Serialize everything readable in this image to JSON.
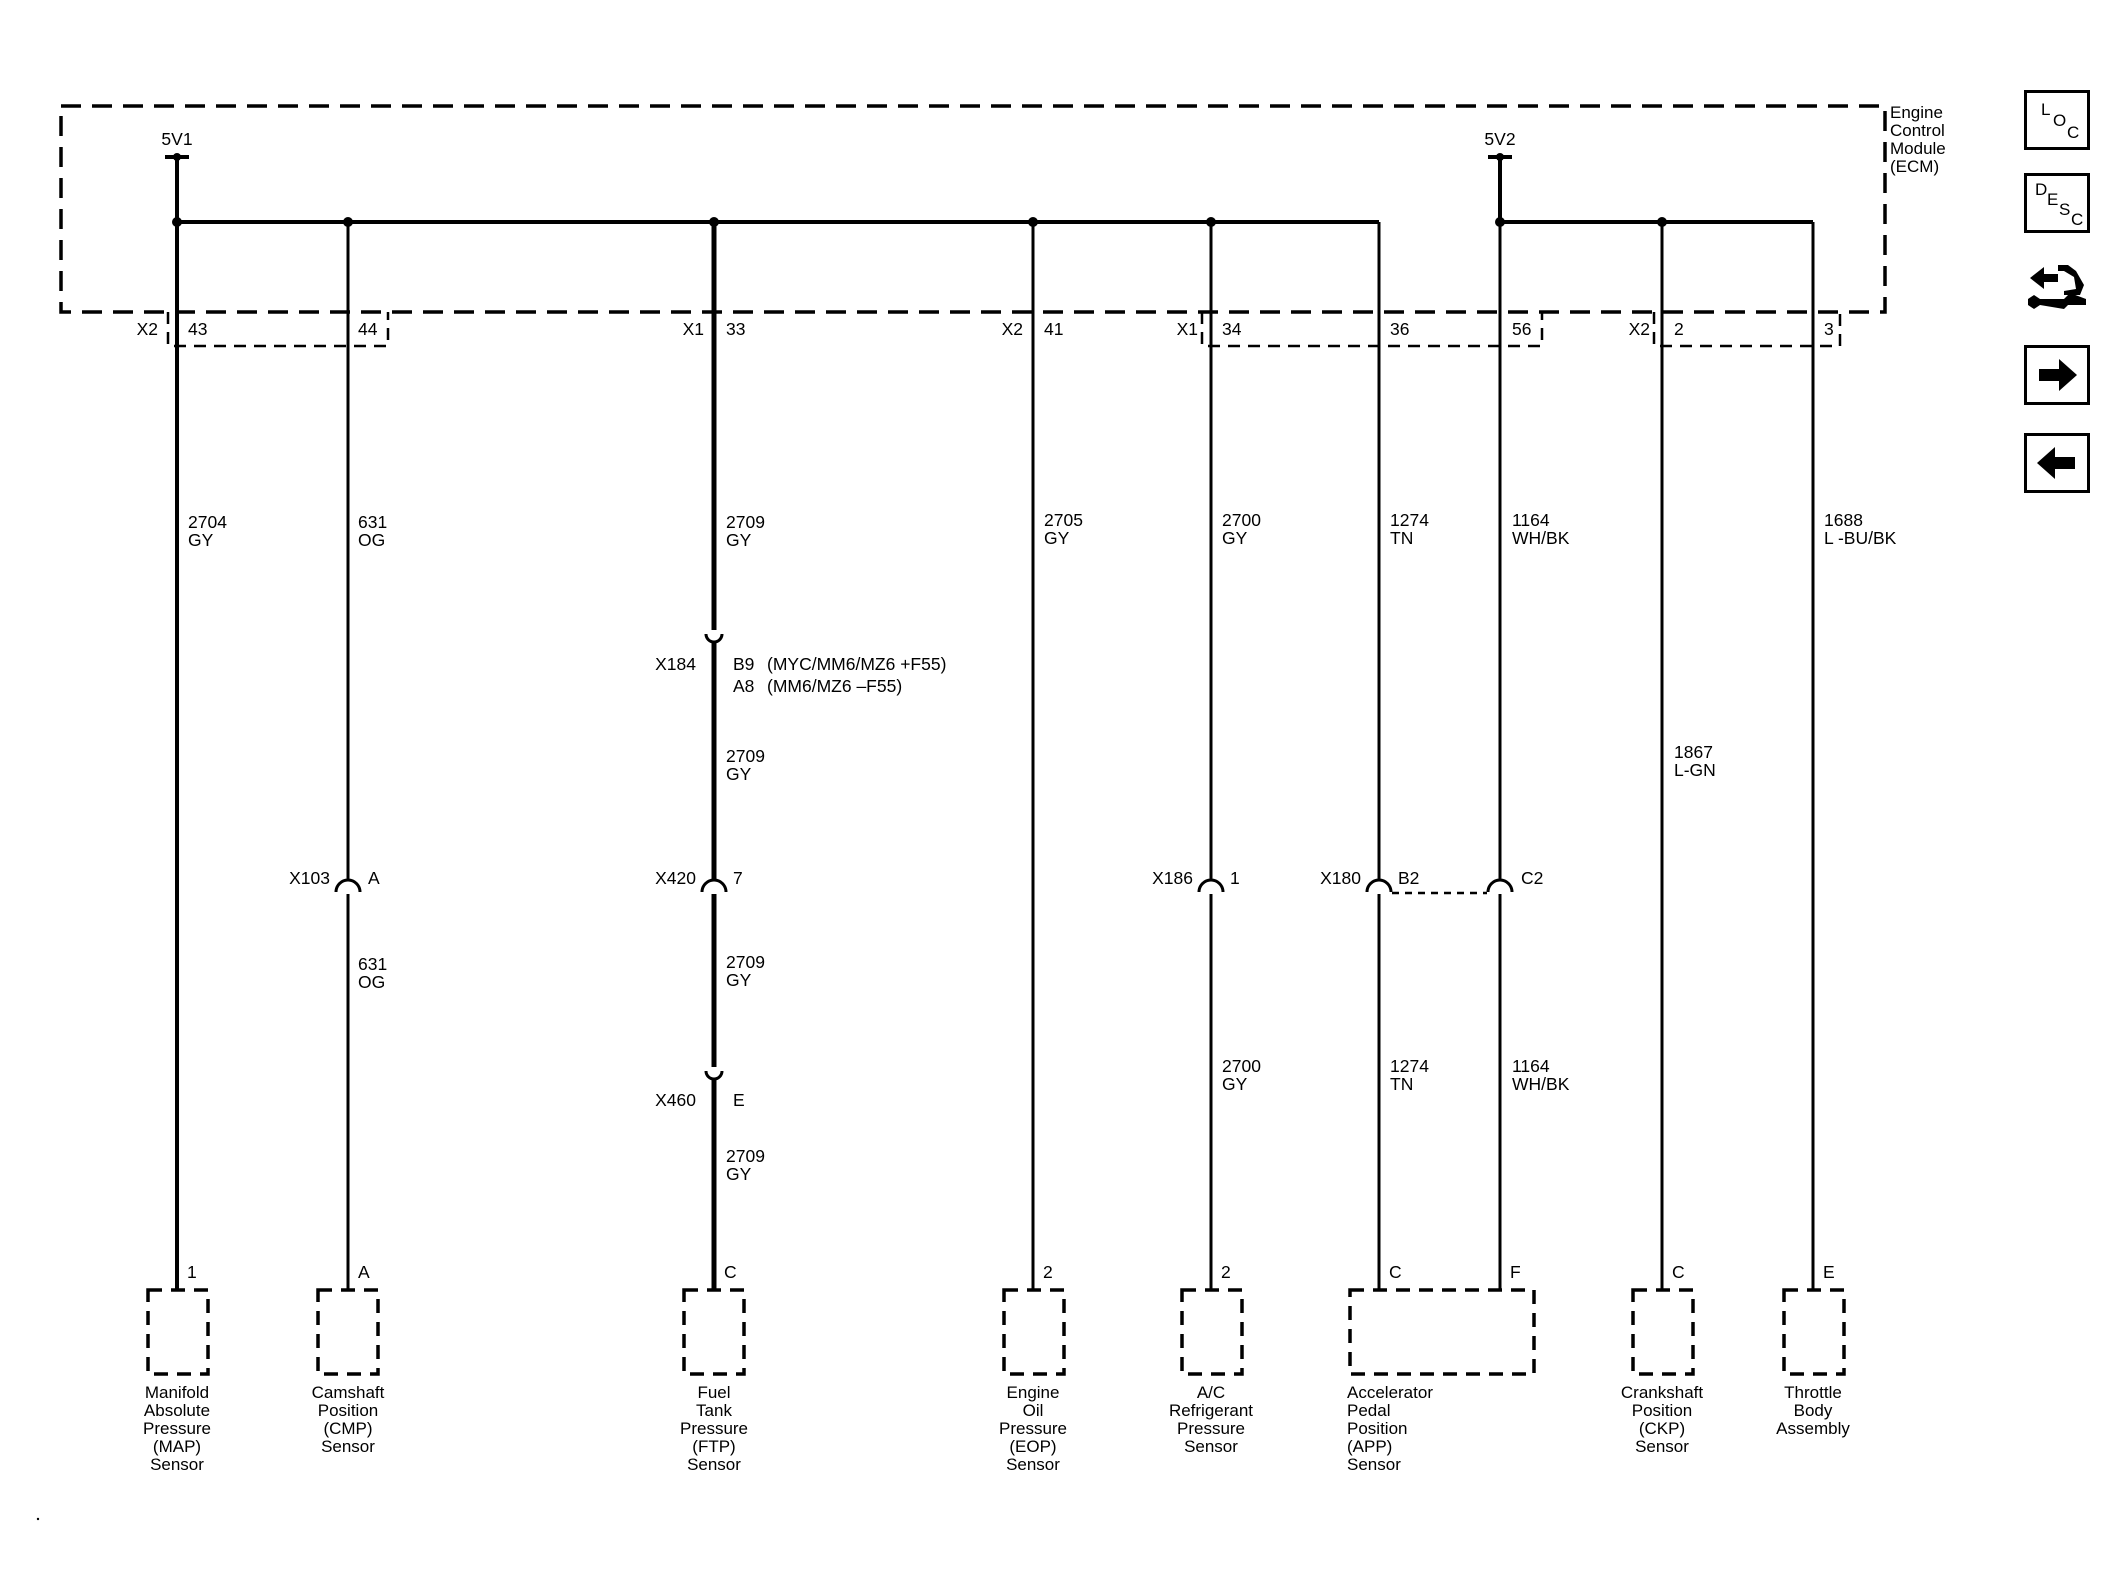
{
  "ecm": {
    "label_lines": [
      "Engine",
      "Control",
      "Module",
      "(ECM)"
    ]
  },
  "references": {
    "ref_a": "5V1",
    "ref_b": "5V2"
  },
  "ecm_connectors": [
    {
      "connector": "X2",
      "pin": "43"
    },
    {
      "connector": "",
      "pin": "44"
    },
    {
      "connector": "X1",
      "pin": "33"
    },
    {
      "connector": "X2",
      "pin": "41"
    },
    {
      "connector": "X1",
      "pin": "34"
    },
    {
      "connector": "",
      "pin": "36"
    },
    {
      "connector": "",
      "pin": "56"
    },
    {
      "connector": "X2",
      "pin": "2"
    },
    {
      "connector": "",
      "pin": "3"
    }
  ],
  "wires": [
    {
      "circuit": "2704",
      "color": "GY"
    },
    {
      "circuit": "631",
      "color": "OG"
    },
    {
      "circuit": "2709",
      "color": "GY"
    },
    {
      "circuit": "2705",
      "color": "GY"
    },
    {
      "circuit": "2700",
      "color": "GY"
    },
    {
      "circuit": "1274",
      "color": "TN"
    },
    {
      "circuit": "1164",
      "color": "WH/BK"
    },
    {
      "circuit": "1688",
      "color": "L -BU/BK"
    },
    {
      "circuit": "1867",
      "color": "L-GN"
    },
    {
      "circuit": "2709",
      "color": "GY"
    },
    {
      "circuit": "631",
      "color": "OG"
    },
    {
      "circuit": "2709",
      "color": "GY"
    },
    {
      "circuit": "2700",
      "color": "GY"
    },
    {
      "circuit": "1274",
      "color": "TN"
    },
    {
      "circuit": "1164",
      "color": "WH/BK"
    },
    {
      "circuit": "2709",
      "color": "GY"
    }
  ],
  "inline_connectors": [
    {
      "name": "X184",
      "pin": "B9",
      "note": "(MYC/MM6/MZ6 +F55)"
    },
    {
      "name": "",
      "pin": "A8",
      "note": "(MM6/MZ6 –F55)"
    },
    {
      "name": "X103",
      "pin": "A",
      "note": ""
    },
    {
      "name": "X420",
      "pin": "7",
      "note": ""
    },
    {
      "name": "X186",
      "pin": "1",
      "note": ""
    },
    {
      "name": "X180",
      "pin": "B2",
      "note": ""
    },
    {
      "name": "",
      "pin": "C2",
      "note": ""
    },
    {
      "name": "X460",
      "pin": "E",
      "note": ""
    }
  ],
  "component_pins": [
    "1",
    "A",
    "C",
    "2",
    "2",
    "C",
    "F",
    "C",
    "E"
  ],
  "components": [
    {
      "lines": [
        "Manifold",
        "Absolute",
        "Pressure",
        "(MAP)",
        "Sensor"
      ]
    },
    {
      "lines": [
        "Camshaft",
        "Position",
        "(CMP)",
        "Sensor"
      ]
    },
    {
      "lines": [
        "Fuel",
        "Tank",
        "Pressure",
        "(FTP)",
        "Sensor"
      ]
    },
    {
      "lines": [
        "Engine",
        "Oil",
        "Pressure",
        "(EOP)",
        "Sensor"
      ]
    },
    {
      "lines": [
        "A/C",
        "Refrigerant",
        "Pressure",
        "Sensor"
      ]
    },
    {
      "lines": [
        "Accelerator",
        "Pedal",
        "Position",
        "(APP)",
        "Sensor"
      ]
    },
    {
      "lines": [
        "Crankshaft",
        "Position",
        "(CKP)",
        "Sensor"
      ]
    },
    {
      "lines": [
        "Throttle",
        "Body",
        "Assembly"
      ]
    }
  ],
  "nav": {
    "loc": {
      "l1": "L",
      "l2": "O",
      "l3": "C"
    },
    "desc": {
      "l1": "D",
      "l2": "E",
      "l3": "S",
      "l4": "C"
    },
    "icon_names": [
      "location-icon",
      "description-icon",
      "connector-end-view-icon",
      "next-page-icon",
      "previous-page-icon"
    ]
  }
}
